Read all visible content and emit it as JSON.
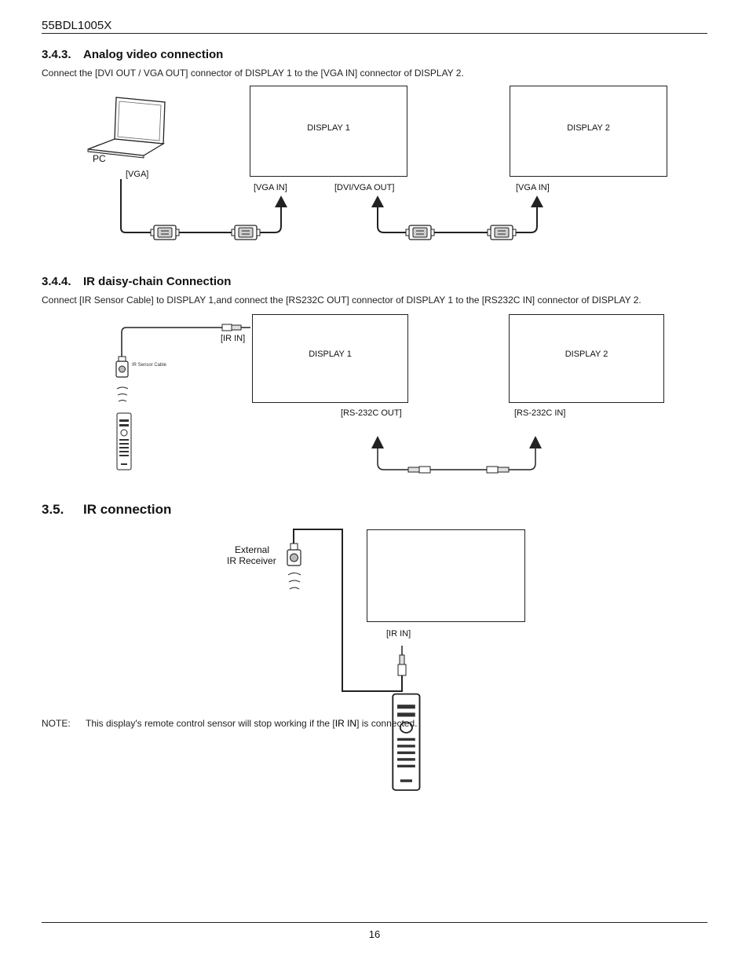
{
  "header": {
    "model": "55BDL1005X"
  },
  "section_343": {
    "number": "3.4.3.",
    "title": "Analog video connection",
    "description": "Connect the [DVI OUT / VGA OUT] connector of DISPLAY 1 to the [VGA IN] connector of DISPLAY 2.",
    "display1": "DISPLAY 1",
    "display2": "DISPLAY 2",
    "pc_label": "PC",
    "vga_label": "[VGA]",
    "vga_in_1": "[VGA IN]",
    "dvi_vga_out": "[DVI/VGA OUT]",
    "vga_in_2": "[VGA IN]"
  },
  "section_344": {
    "number": "3.4.4.",
    "title": "IR daisy-chain Connection",
    "description": "Connect [IR Sensor Cable] to DISPLAY 1,and connect the [RS232C OUT] connector of DISPLAY 1 to the [RS232C IN] connector of DISPLAY 2.",
    "display1": "DISPLAY 1",
    "display2": "DISPLAY 2",
    "ir_in": "[IR IN]",
    "ir_sensor_cable": "IR Sensor Cable",
    "rs232c_out": "[RS-232C OUT]",
    "rs232c_in": "[RS-232C IN]"
  },
  "section_35": {
    "number": "3.5.",
    "title": "IR connection",
    "external_line1": "External",
    "external_line2": "IR Receiver",
    "ir_in": "[IR IN]"
  },
  "note": {
    "label": "NOTE:",
    "text_before": "This display's remote control sensor will stop working if the [",
    "emphasis": "IR IN",
    "text_after": "] is connected."
  },
  "footer": {
    "page_number": "16"
  }
}
